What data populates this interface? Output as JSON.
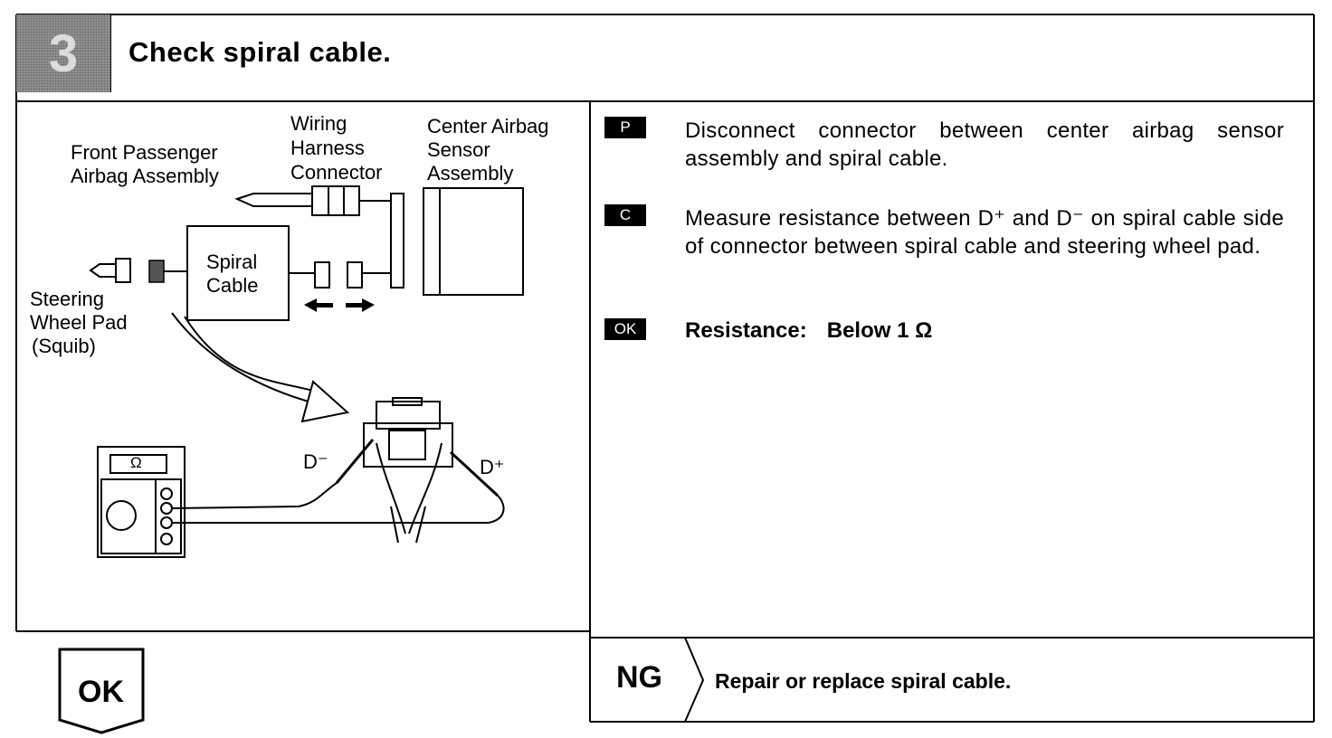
{
  "step": {
    "number": "3",
    "title": "Check spiral cable."
  },
  "diagram": {
    "labels": {
      "front_passenger_line1": "Front Passenger",
      "front_passenger_line2": "Airbag Assembly",
      "wiring_line1": "Wiring",
      "wiring_line2": "Harness",
      "wiring_line3": "Connector",
      "center_line1": "Center Airbag",
      "center_line2": "Sensor",
      "center_line3": "Assembly",
      "spiral_line1": "Spiral",
      "spiral_line2": "Cable",
      "steering_line1": "Steering",
      "steering_line2": "Wheel Pad",
      "steering_line3": "(Squib)",
      "d_minus": "D⁻",
      "d_plus": "D⁺",
      "meter_symbol": "Ω"
    }
  },
  "instructions": [
    {
      "tag": "P",
      "text": "Disconnect connector between center airbag sensor assembly and spiral cable."
    },
    {
      "tag": "C",
      "text": "Measure resistance between D⁺ and D⁻ on spiral cable side of connector between spiral cable and steering wheel pad."
    }
  ],
  "result": {
    "tag": "OK",
    "label": "Resistance:",
    "value": "Below 1 Ω"
  },
  "outcomes": {
    "ok_label": "OK",
    "ng_label": "NG",
    "ng_action": "Repair or replace spiral cable."
  }
}
